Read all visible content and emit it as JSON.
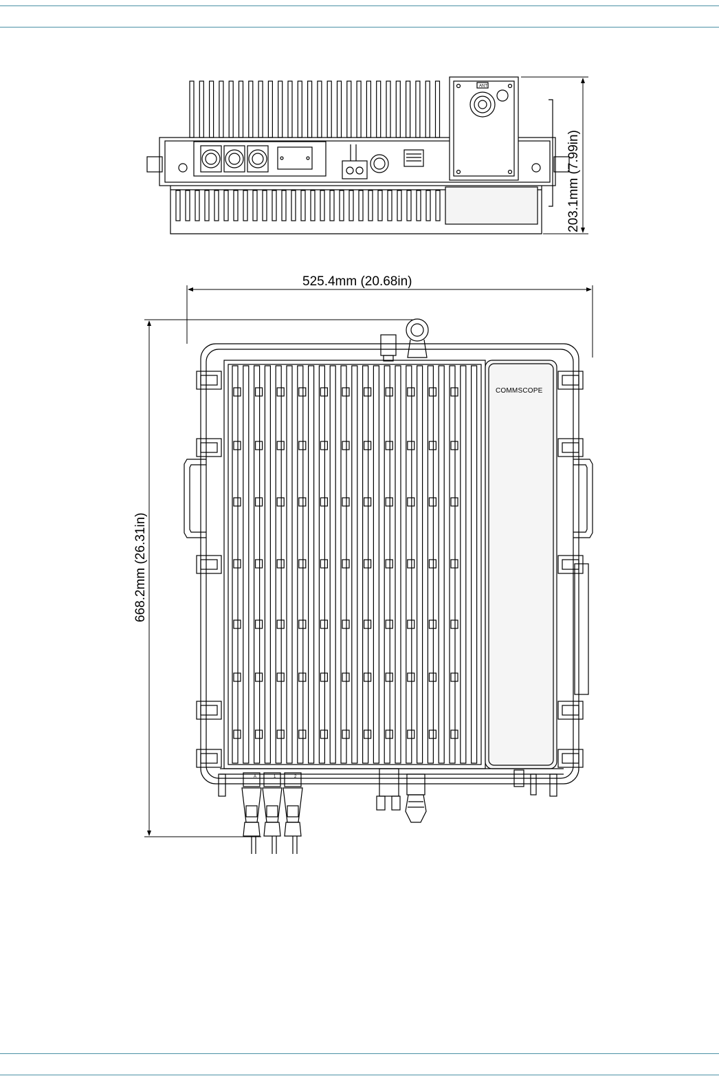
{
  "colors": {
    "rule": "#4a90a4",
    "line": "#000000",
    "panel": "#f5f5f5"
  },
  "dimensions": {
    "height_side": "203.1mm  (7.99in)",
    "width_front": "525.4mm (20.68in)",
    "height_front": "668.2mm  (26.31in)"
  },
  "labels": {
    "brand": "COMMSCOPE",
    "ant": "ANT",
    "port_a": "A",
    "port_1": "1",
    "port_2": "2"
  }
}
